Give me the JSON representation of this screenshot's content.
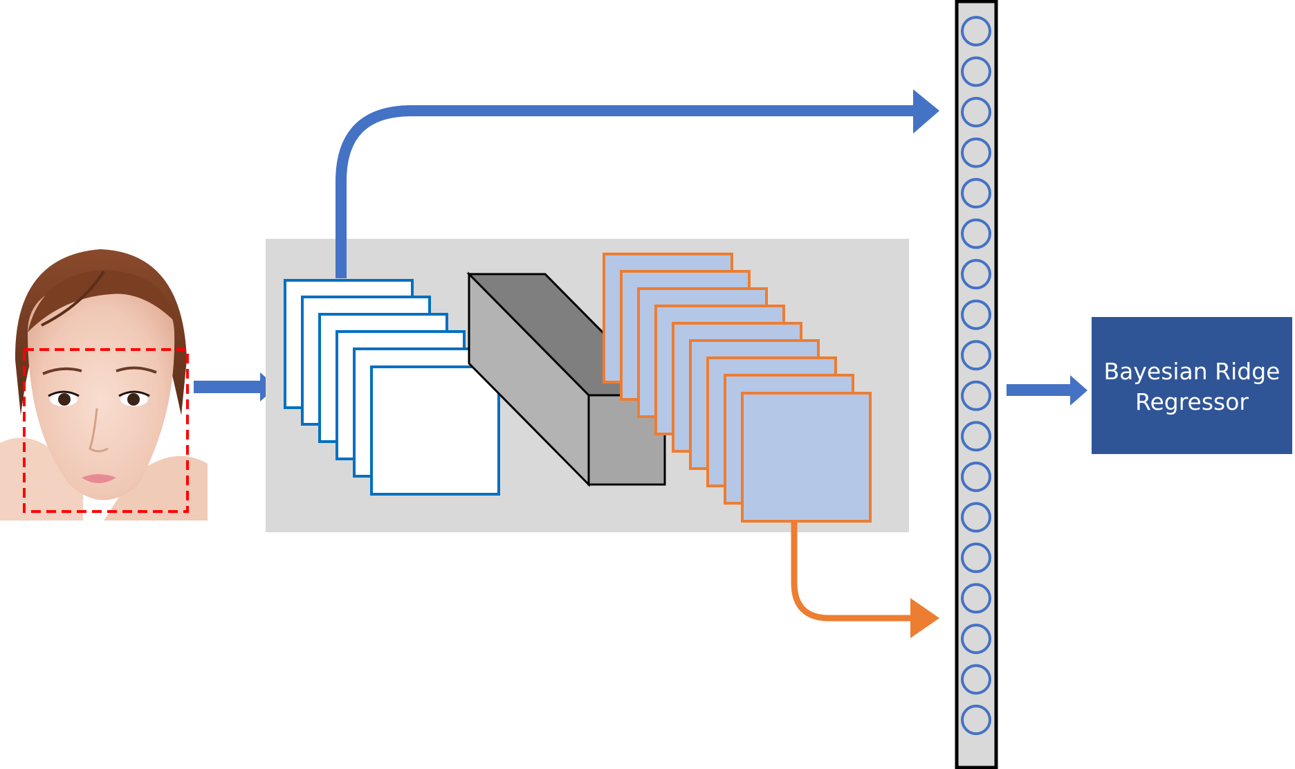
{
  "regressor": {
    "line1": "Bayesian Ridge",
    "line2": "Regressor"
  },
  "colors": {
    "blue_arrow": "#4472c4",
    "orange": "#ed7d31",
    "blue_map_stroke": "#0070c0",
    "orange_map_fill": "#b4c7e7",
    "cnn_panel": "#d9d9d9",
    "regressor_box": "#2f5597",
    "face_crop_box": "#ff0000",
    "feature_node": "#4472c4"
  },
  "feature_vector": {
    "node_count": 18
  },
  "icons": [
    "face-photo",
    "cnn-block",
    "feature-vector",
    "arrow"
  ]
}
